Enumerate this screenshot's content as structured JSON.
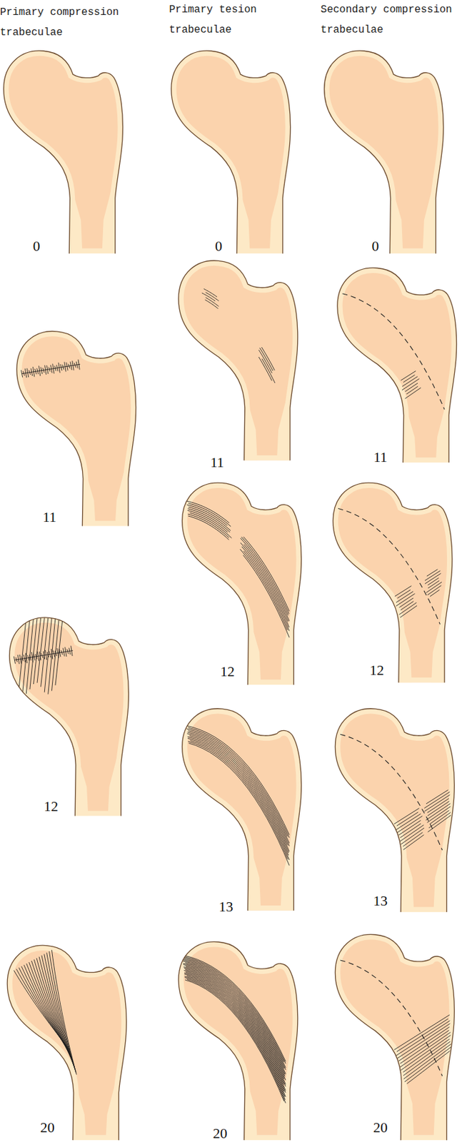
{
  "diagram": {
    "labels": [
      "Primary compression trabeculae",
      "Primary tesion trabeculae",
      "Secondary compression trabeculae",
      "0",
      "0",
      "0",
      "11",
      "11",
      "11",
      "12",
      "12",
      "12",
      "13",
      "13",
      "20",
      "20",
      "20"
    ]
  }
}
